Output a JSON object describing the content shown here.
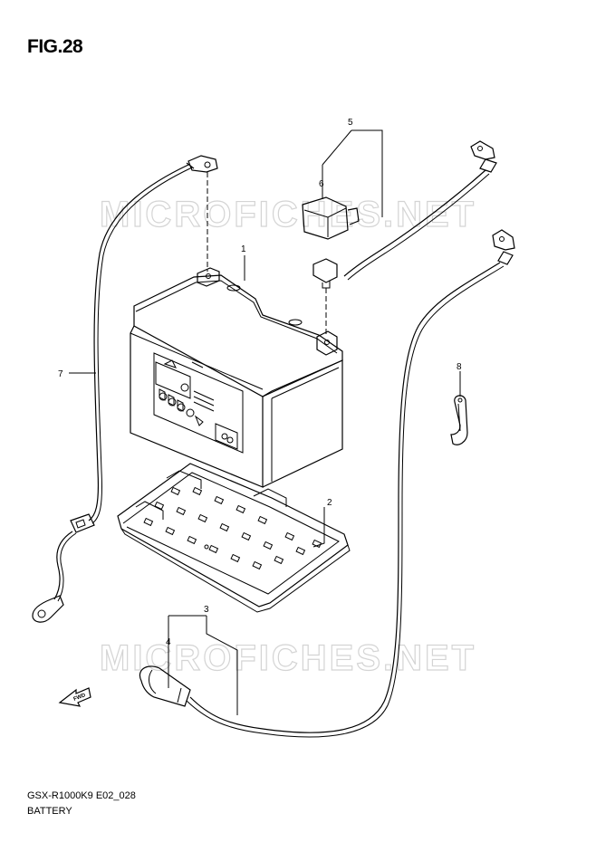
{
  "figure": {
    "title": "FIG.28"
  },
  "footer": {
    "model_code": "GSX-R1000K9 E02_028",
    "section_name": "BATTERY"
  },
  "watermark": {
    "text": "MICROFICHES.NET"
  },
  "callouts": [
    {
      "number": "1",
      "part": "battery"
    },
    {
      "number": "2",
      "part": "battery-tray"
    },
    {
      "number": "3",
      "part": "cable-group-lower"
    },
    {
      "number": "4",
      "part": "terminal-cover-boot"
    },
    {
      "number": "5",
      "part": "cable-group-upper"
    },
    {
      "number": "6",
      "part": "terminal-cover-cap"
    },
    {
      "number": "7",
      "part": "negative-lead-wire"
    },
    {
      "number": "8",
      "part": "clamp"
    }
  ],
  "fwd_label": "FWD",
  "colors": {
    "line": "#000000",
    "watermark": "#d4d4d4",
    "background": "#ffffff"
  },
  "icons": [
    "fwd-arrow-icon"
  ]
}
